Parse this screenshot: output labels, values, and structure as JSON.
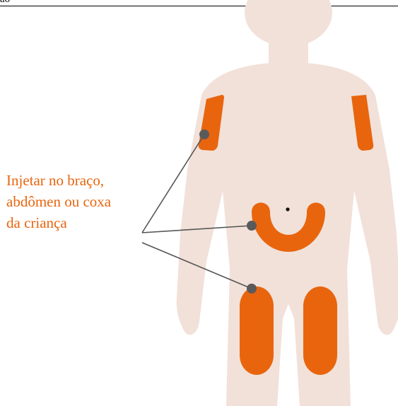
{
  "header": {
    "fragment_text": "ão"
  },
  "caption": {
    "lines": [
      "Injetar no braço,",
      "abdômen ou coxa",
      "da criança"
    ]
  },
  "colors": {
    "silhouette": "#f2e1d9",
    "injection_site": "#e8650e",
    "caption_text": "#e8650e",
    "pointer_line": "#555555",
    "pointer_dot": "#5a5a5a",
    "navel": "#111111",
    "rule": "#000000"
  },
  "icons": {
    "body": "child-body-silhouette",
    "sites": [
      "upper-arm",
      "abdomen",
      "thigh"
    ]
  }
}
